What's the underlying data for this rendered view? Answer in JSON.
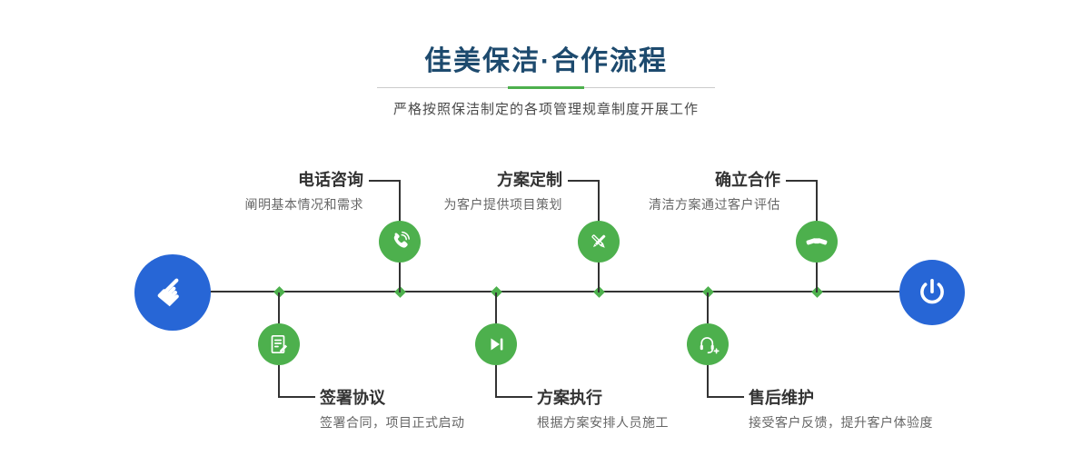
{
  "header": {
    "title": "佳美保洁·合作流程",
    "subtitle": "严格按照保洁制定的各项管理规章制度开展工作"
  },
  "colors": {
    "title": "#1d4a6e",
    "green": "#4db04d",
    "blue": "#2766d6",
    "line": "#333333",
    "text_dark": "#333333",
    "text_gray": "#666666",
    "divider": "#cccccc"
  },
  "timeline": {
    "start_icon": "hand-pointer-icon",
    "end_icon": "power-icon"
  },
  "steps": [
    {
      "title": "电话咨询",
      "desc": "阐明基本情况和需求",
      "icon": "phone-icon",
      "position": "top"
    },
    {
      "title": "方案定制",
      "desc": "为客户提供项目策划",
      "icon": "design-tools-icon",
      "position": "top"
    },
    {
      "title": "确立合作",
      "desc": "清洁方案通过客户评估",
      "icon": "handshake-icon",
      "position": "top"
    },
    {
      "title": "签署协议",
      "desc": "签署合同，项目正式启动",
      "icon": "contract-pen-icon",
      "position": "bottom"
    },
    {
      "title": "方案执行",
      "desc": "根据方案安排人员施工",
      "icon": "play-next-icon",
      "position": "bottom"
    },
    {
      "title": "售后维护",
      "desc": "接受客户反馈，提升客户体验度",
      "icon": "headset-plus-icon",
      "position": "bottom"
    }
  ]
}
